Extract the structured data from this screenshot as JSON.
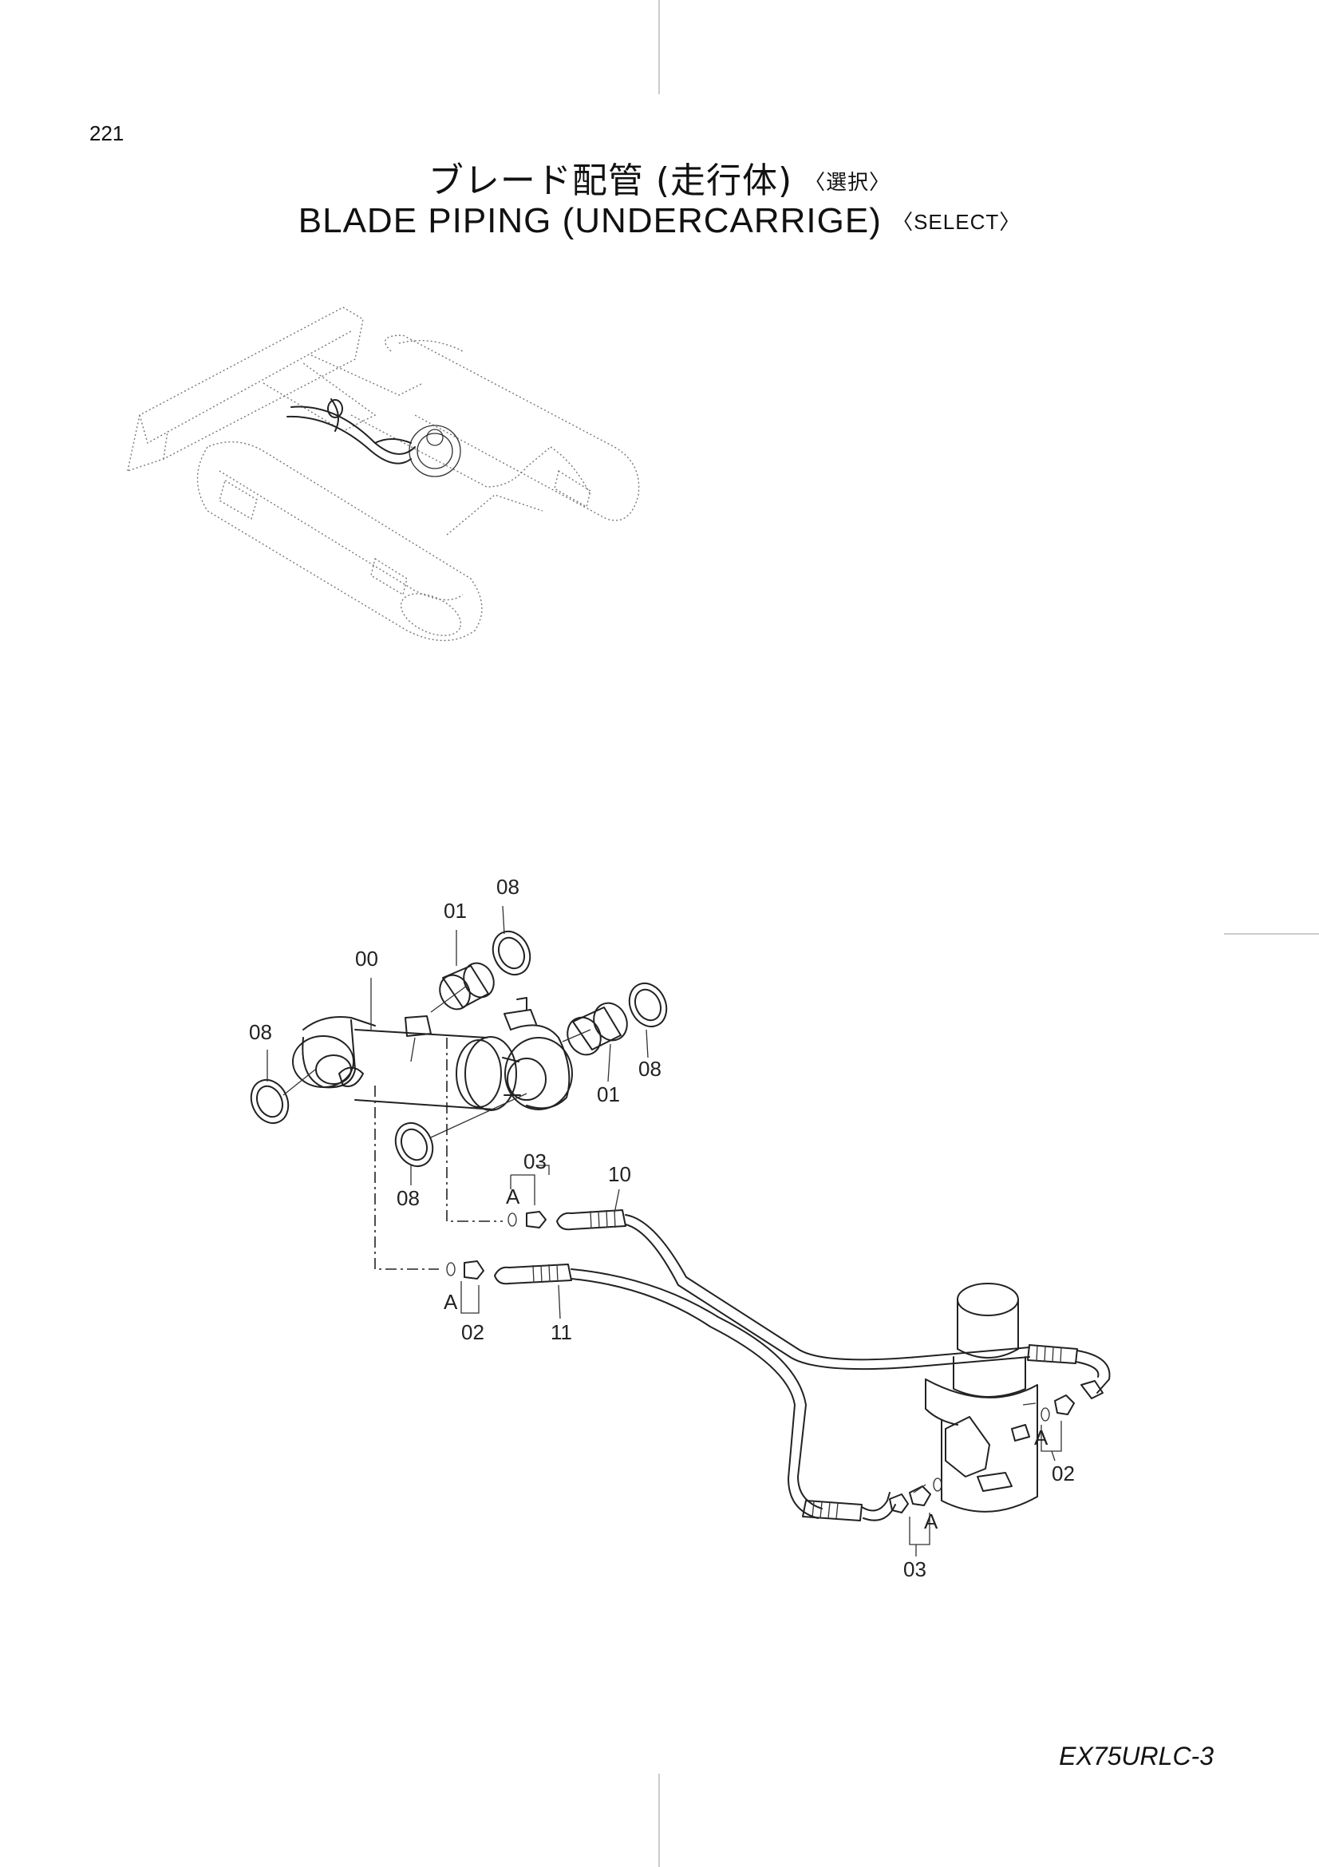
{
  "page": {
    "number": "221"
  },
  "title": {
    "jp_main": "ブレード配管 (走行体)",
    "jp_sub": "〈選択〉",
    "en_main": "BLADE  PIPING  (UNDERCARRIGE)",
    "en_sub": "〈SELECT〉"
  },
  "callouts": {
    "c00": "00",
    "c01a": "01",
    "c01b": "01",
    "c08a": "08",
    "c08b": "08",
    "c08c": "08",
    "c08d": "08",
    "c03a": "03",
    "c03b": "03",
    "c02a": "02",
    "c02b": "02",
    "c10": "10",
    "c11": "11",
    "ca1": "A",
    "ca2": "A",
    "ca3": "A",
    "ca4": "A"
  },
  "footer": {
    "model": "EX75URLC-3"
  }
}
